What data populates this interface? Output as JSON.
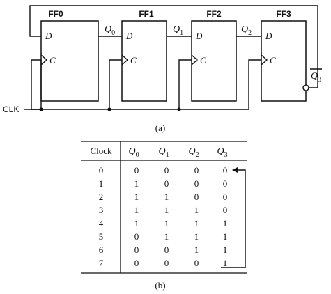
{
  "circuit": {
    "flipflops": [
      {
        "name": "FF0",
        "d": "D",
        "c": "C"
      },
      {
        "name": "FF1",
        "d": "D",
        "c": "C"
      },
      {
        "name": "FF2",
        "d": "D",
        "c": "C"
      },
      {
        "name": "FF3",
        "d": "D",
        "c": "C"
      }
    ],
    "wires": [
      {
        "base": "Q",
        "sub": "0"
      },
      {
        "base": "Q",
        "sub": "1"
      },
      {
        "base": "Q",
        "sub": "2"
      }
    ],
    "qbar": {
      "base": "Q",
      "sub": "3"
    },
    "clk_label": "CLK",
    "caption": "(a)"
  },
  "table": {
    "clock_header": "Clock",
    "q_headers": [
      {
        "base": "Q",
        "sub": "0"
      },
      {
        "base": "Q",
        "sub": "1"
      },
      {
        "base": "Q",
        "sub": "2"
      },
      {
        "base": "Q",
        "sub": "3"
      }
    ],
    "rows": [
      {
        "clock": "0",
        "q": [
          "0",
          "0",
          "0",
          "0"
        ]
      },
      {
        "clock": "1",
        "q": [
          "1",
          "0",
          "0",
          "0"
        ]
      },
      {
        "clock": "2",
        "q": [
          "1",
          "1",
          "0",
          "0"
        ]
      },
      {
        "clock": "3",
        "q": [
          "1",
          "1",
          "1",
          "0"
        ]
      },
      {
        "clock": "4",
        "q": [
          "1",
          "1",
          "1",
          "1"
        ]
      },
      {
        "clock": "5",
        "q": [
          "0",
          "1",
          "1",
          "1"
        ]
      },
      {
        "clock": "6",
        "q": [
          "0",
          "0",
          "1",
          "1"
        ]
      },
      {
        "clock": "7",
        "q": [
          "0",
          "0",
          "0",
          "1"
        ]
      }
    ],
    "caption": "(b)"
  }
}
